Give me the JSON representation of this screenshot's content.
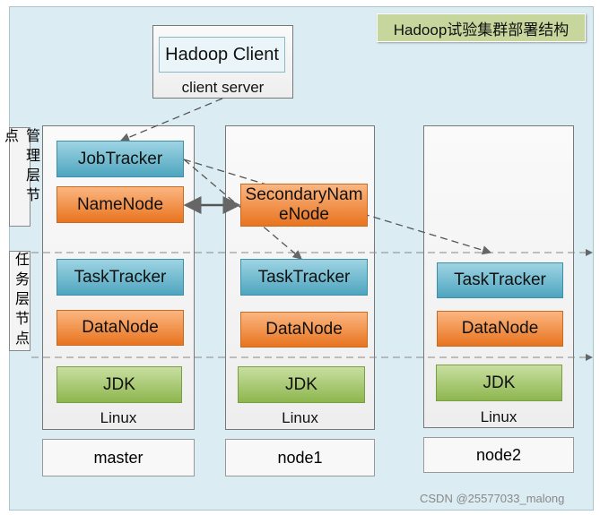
{
  "title": "Hadoop试验集群部署结构",
  "client": {
    "app": "Hadoop Client",
    "server": "client server"
  },
  "layers": {
    "management": "管理层节点",
    "task": "任务层节点"
  },
  "master": {
    "jobtracker": "JobTracker",
    "namenode": "NameNode",
    "tasktracker": "TaskTracker",
    "datanode": "DataNode",
    "jdk": "JDK",
    "os": "Linux",
    "host": "master"
  },
  "node1": {
    "secondary": "SecondaryNameNode",
    "tasktracker": "TaskTracker",
    "datanode": "DataNode",
    "jdk": "JDK",
    "os": "Linux",
    "host": "node1"
  },
  "node2": {
    "tasktracker": "TaskTracker",
    "datanode": "DataNode",
    "jdk": "JDK",
    "os": "Linux",
    "host": "node2"
  },
  "watermark": "CSDN @25577033_malong",
  "colors": {
    "tracker": "#4ea5bf",
    "hdfs": "#e8741f",
    "jdk": "#8db64e",
    "background": "#dbedf3",
    "title_bg": "#c6d69c"
  }
}
